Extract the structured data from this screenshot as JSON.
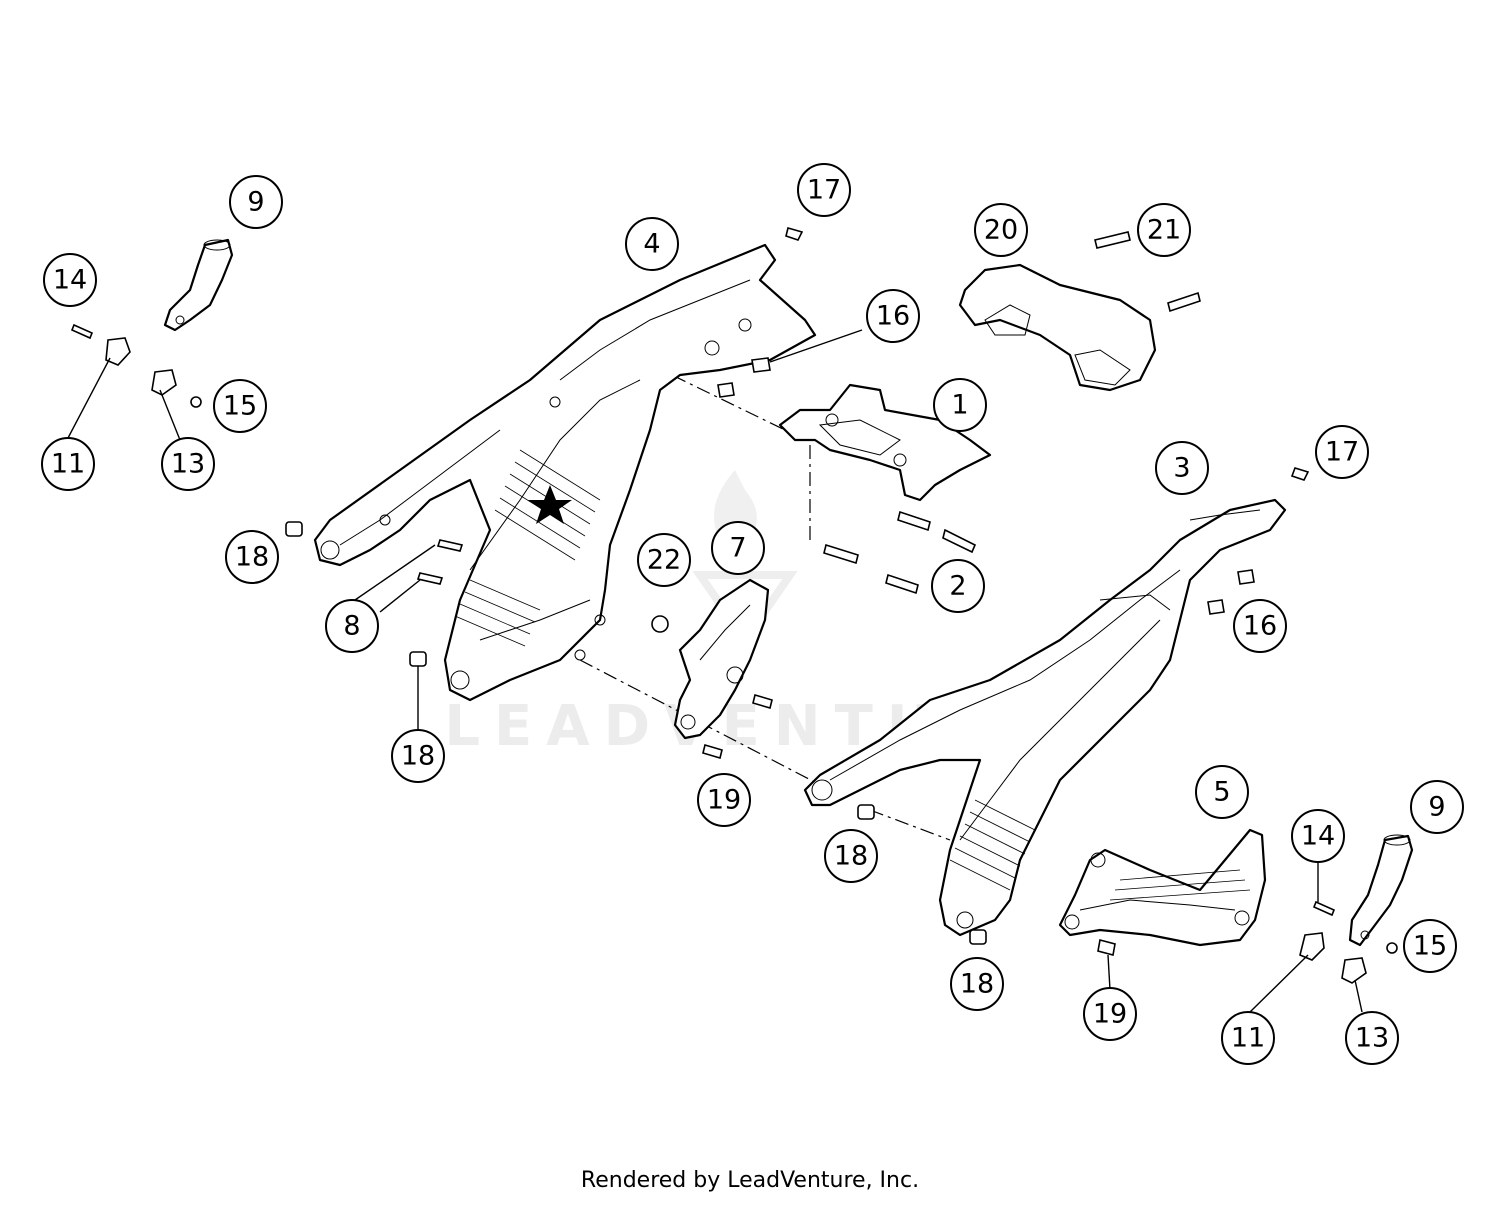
{
  "diagram": {
    "credit": "Rendered by LeadVenture, Inc.",
    "watermark": "LEADVENTURE",
    "callouts": [
      "1",
      "2",
      "3",
      "4",
      "5",
      "7",
      "8",
      "9",
      "9",
      "11",
      "11",
      "13",
      "13",
      "14",
      "14",
      "15",
      "15",
      "16",
      "16",
      "17",
      "17",
      "18",
      "18",
      "18",
      "18",
      "19",
      "19",
      "20",
      "21",
      "22"
    ]
  }
}
